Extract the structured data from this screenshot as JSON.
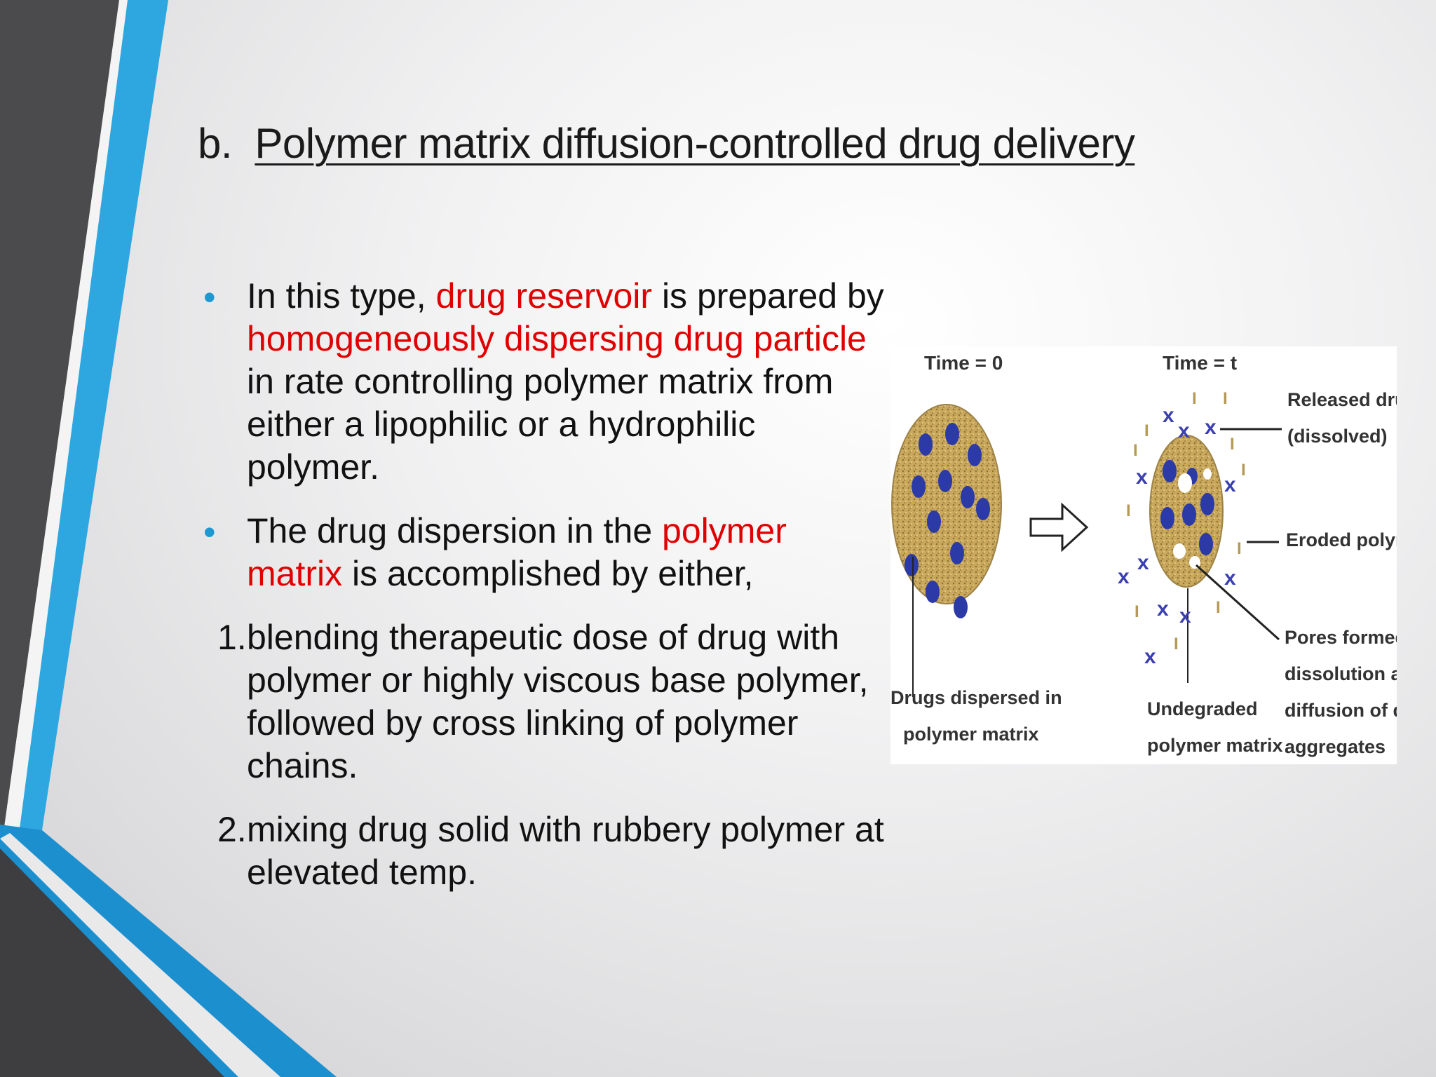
{
  "title": {
    "prefix": "b.",
    "text": "Polymer matrix diffusion-controlled drug delivery"
  },
  "bullets": [
    {
      "symbol": "•",
      "parts": [
        {
          "text": "In this type, ",
          "highlight": false
        },
        {
          "text": "drug reservoir",
          "highlight": true
        },
        {
          "text": " is prepared by ",
          "highlight": false
        },
        {
          "text": "homogeneously dispersing drug particle",
          "highlight": true
        },
        {
          "text": " in rate controlling polymer matrix from either a lipophilic or a hydrophilic polymer.",
          "highlight": false
        }
      ]
    },
    {
      "symbol": "•",
      "parts": [
        {
          "text": " The drug dispersion in the ",
          "highlight": false
        },
        {
          "text": "polymer matrix",
          "highlight": true
        },
        {
          "text": " is accomplished by either,",
          "highlight": false
        }
      ]
    }
  ],
  "numbered": [
    {
      "label": "1.",
      "text": "blending therapeutic dose of drug with polymer or highly viscous base polymer, followed by cross linking of polymer chains."
    },
    {
      "label": "2.",
      "text": "mixing drug solid with rubbery polymer at elevated temp."
    }
  ],
  "figure": {
    "time0_label": "Time = 0",
    "timet_label": "Time = t",
    "left_caption": [
      "Drugs dispersed in",
      "polymer matrix"
    ],
    "center_caption": [
      "Undegraded",
      "polymer matrix"
    ],
    "released_label": [
      "Released drugs",
      "(dissolved)"
    ],
    "eroded_label": "Eroded polymer",
    "pores_label": [
      "Pores formed by",
      "dissolution and",
      "diffusion of drug",
      "aggregates"
    ],
    "colors": {
      "drug_dot": "#2b3aa6",
      "matrix": "#c9a85c",
      "released_x": "#3b3fb0",
      "eroded_bits": "#b59a55"
    }
  },
  "colors": {
    "highlight": "#e00000",
    "bullet": "#1f98cf",
    "accent_blue": "#2ea7e0",
    "accent_dark": "#4a4a4d"
  }
}
